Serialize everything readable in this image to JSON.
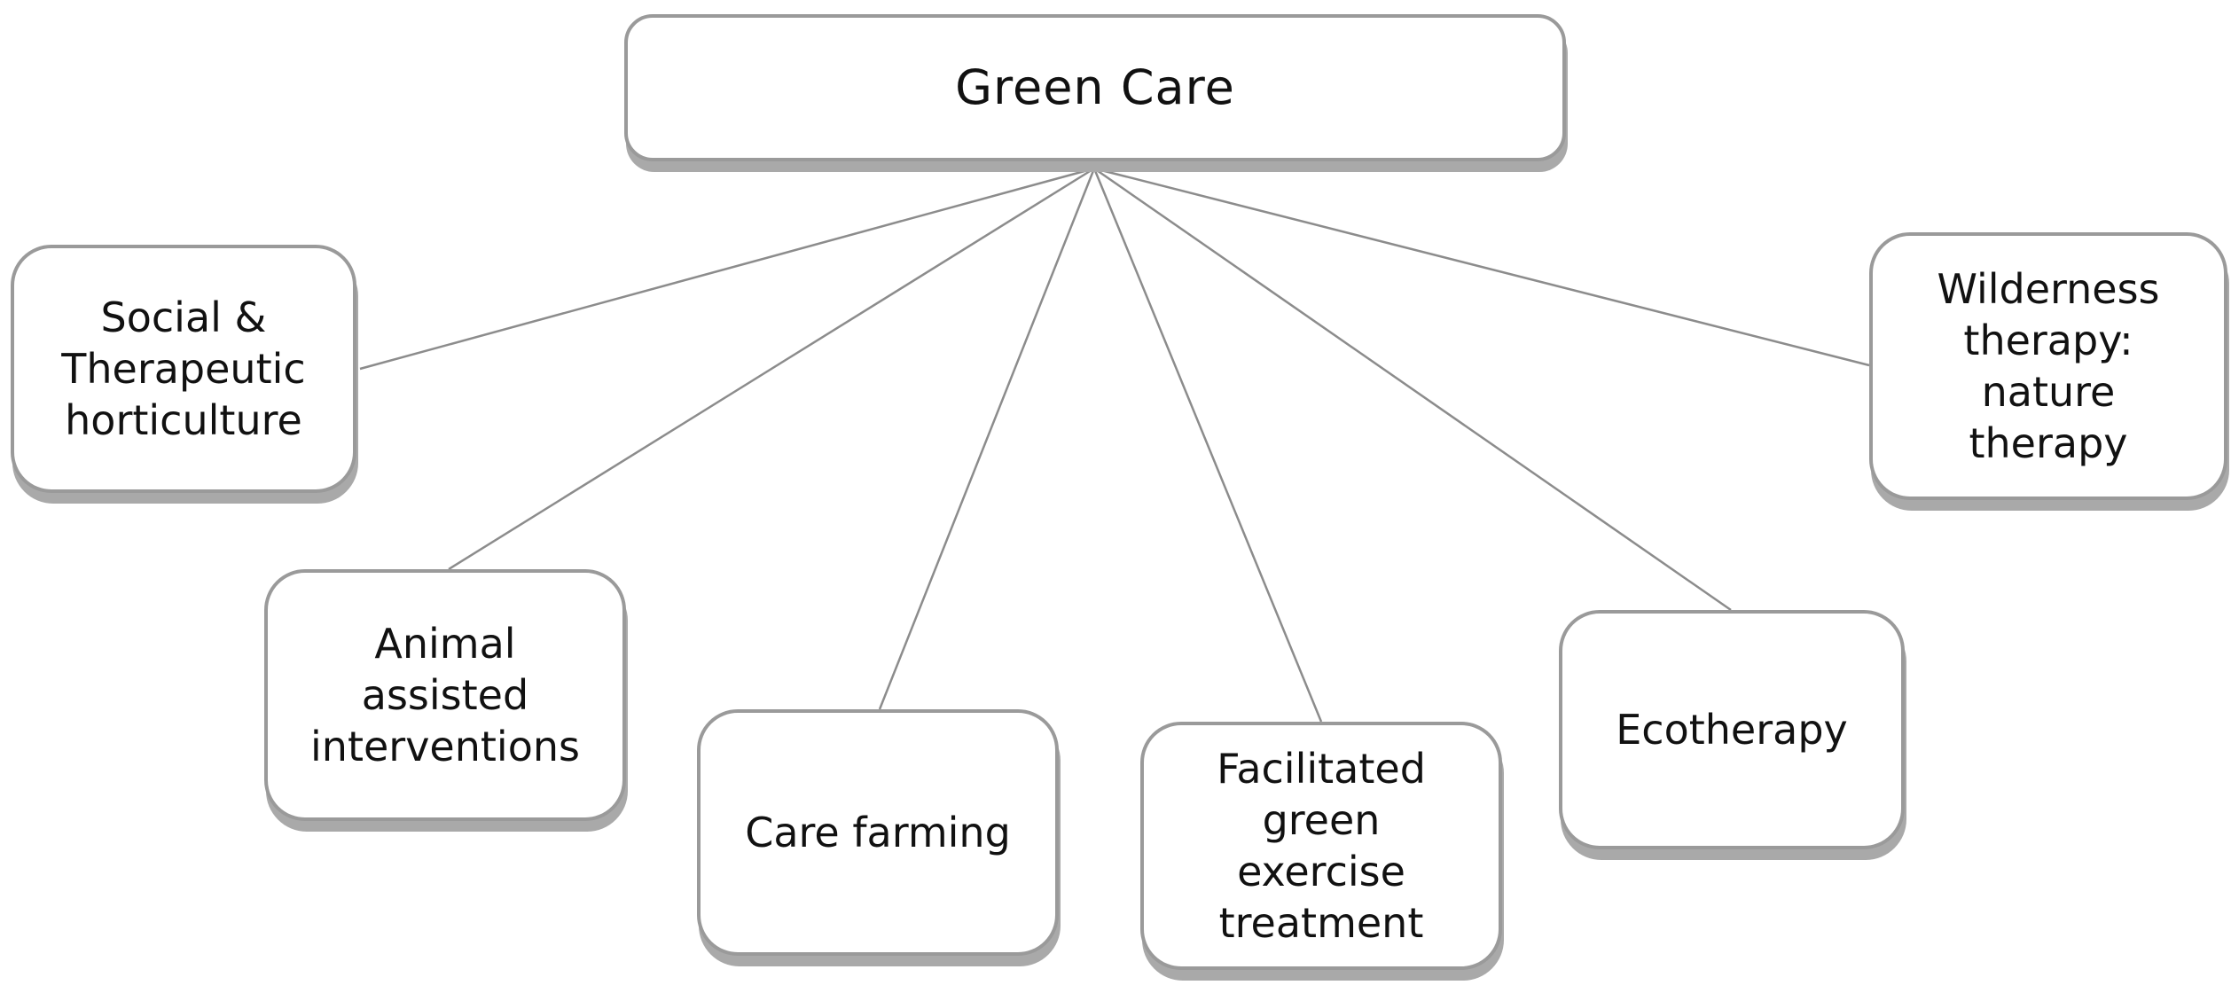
{
  "diagram": {
    "root": {
      "label": "Green Care"
    },
    "children": [
      {
        "label": "Social &\nTherapeutic\nhorticulture"
      },
      {
        "label": "Animal\nassisted\ninterventions"
      },
      {
        "label": "Care farming"
      },
      {
        "label": "Facilitated\ngreen\nexercise\ntreatment"
      },
      {
        "label": "Ecotherapy"
      },
      {
        "label": "Wilderness\ntherapy:\nnature\ntherapy"
      }
    ],
    "colors": {
      "connector": "#8c8c8c",
      "border": "#9a9a9a",
      "shadow": "#a9a9a9",
      "text": "#111111"
    }
  }
}
